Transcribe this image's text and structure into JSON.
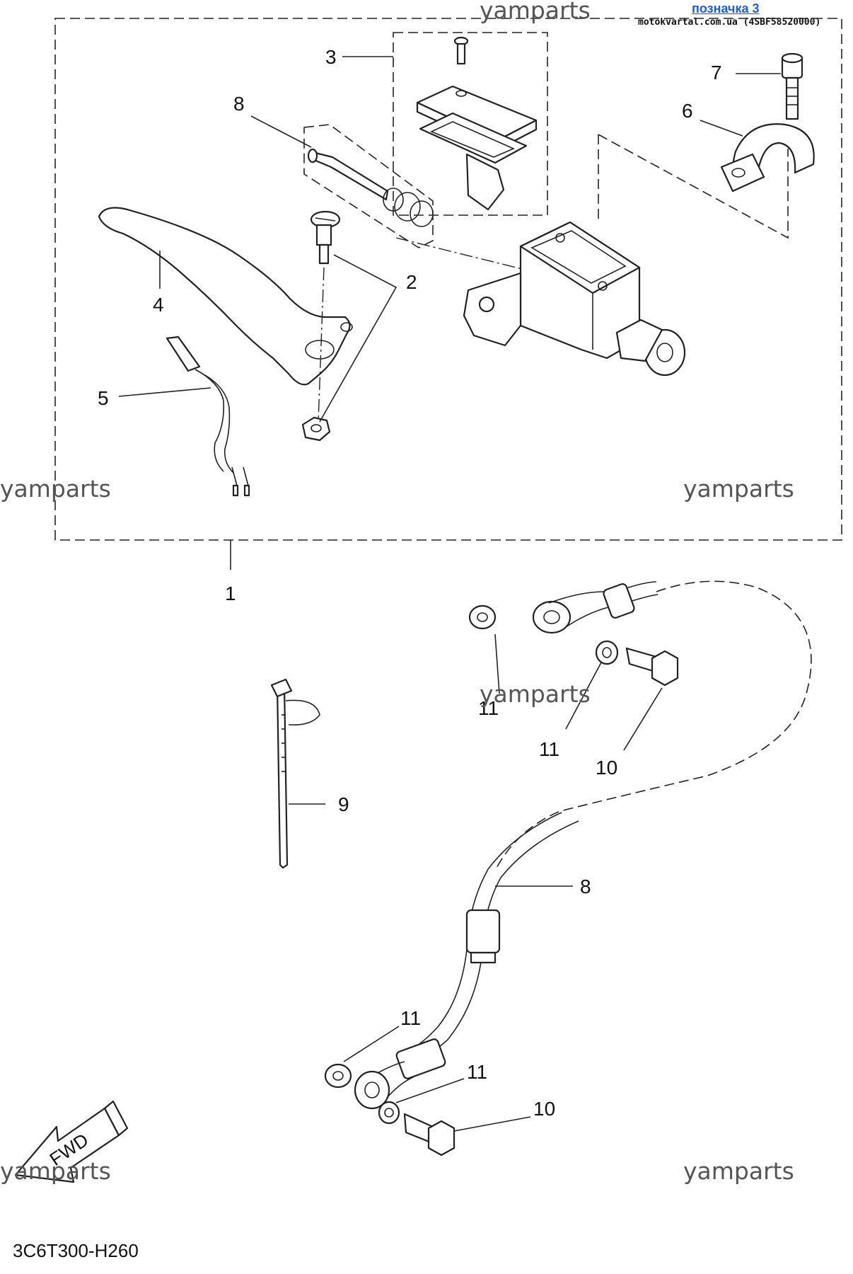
{
  "header": {
    "tag_link": "позначка 3",
    "tag_site": "motokvartal.com.ua (4SBF58520000)"
  },
  "watermarks": [
    "yamparts",
    "yamparts",
    "yamparts",
    "yamparts",
    "yamparts",
    "yamparts"
  ],
  "callouts": {
    "c1": "1",
    "c2": "2",
    "c3": "3",
    "c4": "4",
    "c5": "5",
    "c6": "6",
    "c7": "7",
    "c8_upper": "8",
    "c8_lower": "8",
    "c9": "9",
    "c10_upper": "10",
    "c10_lower": "10",
    "c11_a": "11",
    "c11_b": "11",
    "c11_c": "11",
    "c11_d": "11"
  },
  "fwd_label": "FWD",
  "diagram_code": "3C6T300-H260"
}
